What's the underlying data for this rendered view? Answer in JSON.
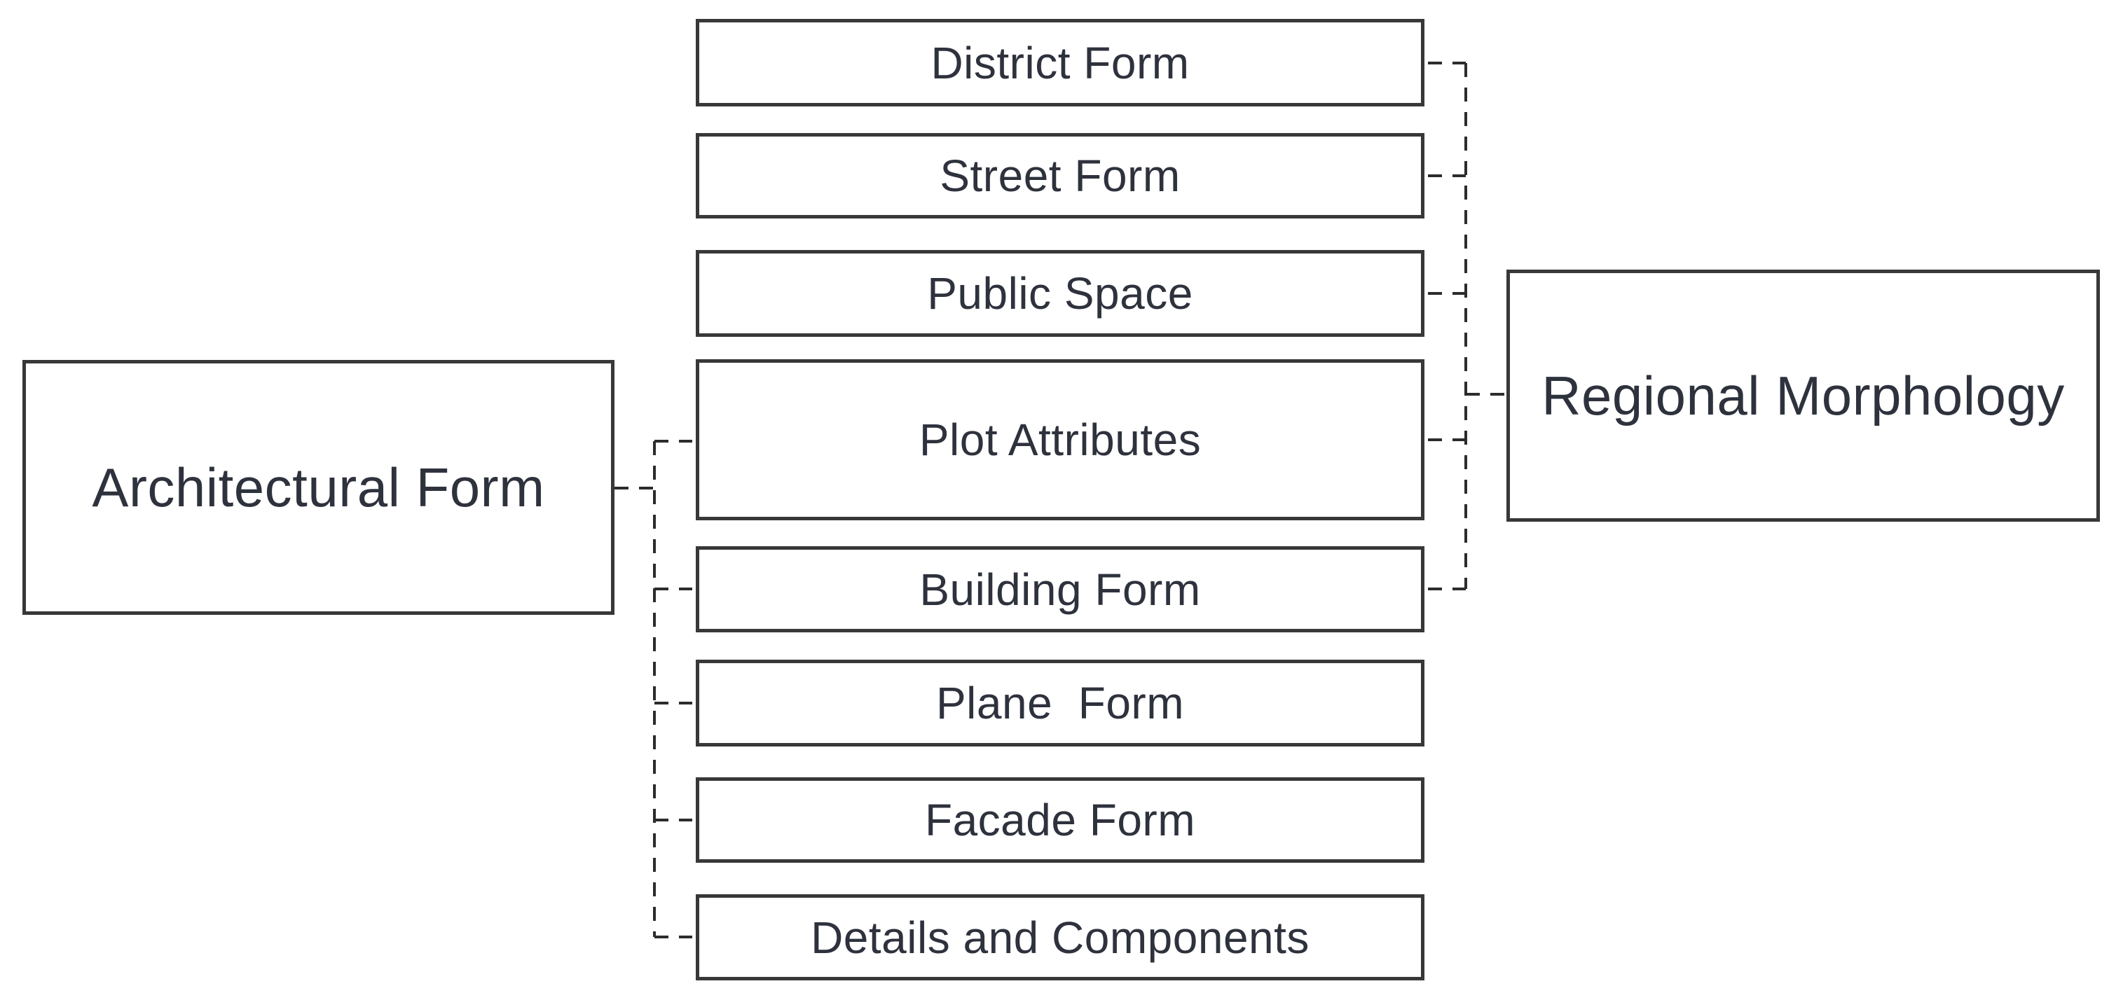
{
  "diagram": {
    "left_node": {
      "label": "Architectural Form"
    },
    "right_node": {
      "label": "Regional Morphology"
    },
    "middle_nodes": [
      {
        "label": "District Form"
      },
      {
        "label": "Street Form"
      },
      {
        "label": "Public Space"
      },
      {
        "label": "Plot Attributes"
      },
      {
        "label": "Building Form"
      },
      {
        "label": "Plane  Form"
      },
      {
        "label": "Facade Form"
      },
      {
        "label": "Details and Components"
      }
    ],
    "connections": {
      "left_line_targets": [
        "Plot Attributes",
        "Building Form",
        "Plane  Form",
        "Facade Form",
        "Details and Components"
      ],
      "right_line_targets": [
        "District Form",
        "Street Form",
        "Public Space",
        "Plot Attributes",
        "Building Form"
      ],
      "line_style": "dashed"
    },
    "colors": {
      "background": "#ffffff",
      "box_border": "#383838",
      "text": "#2e323d",
      "connector": "#2c2c2c"
    }
  }
}
